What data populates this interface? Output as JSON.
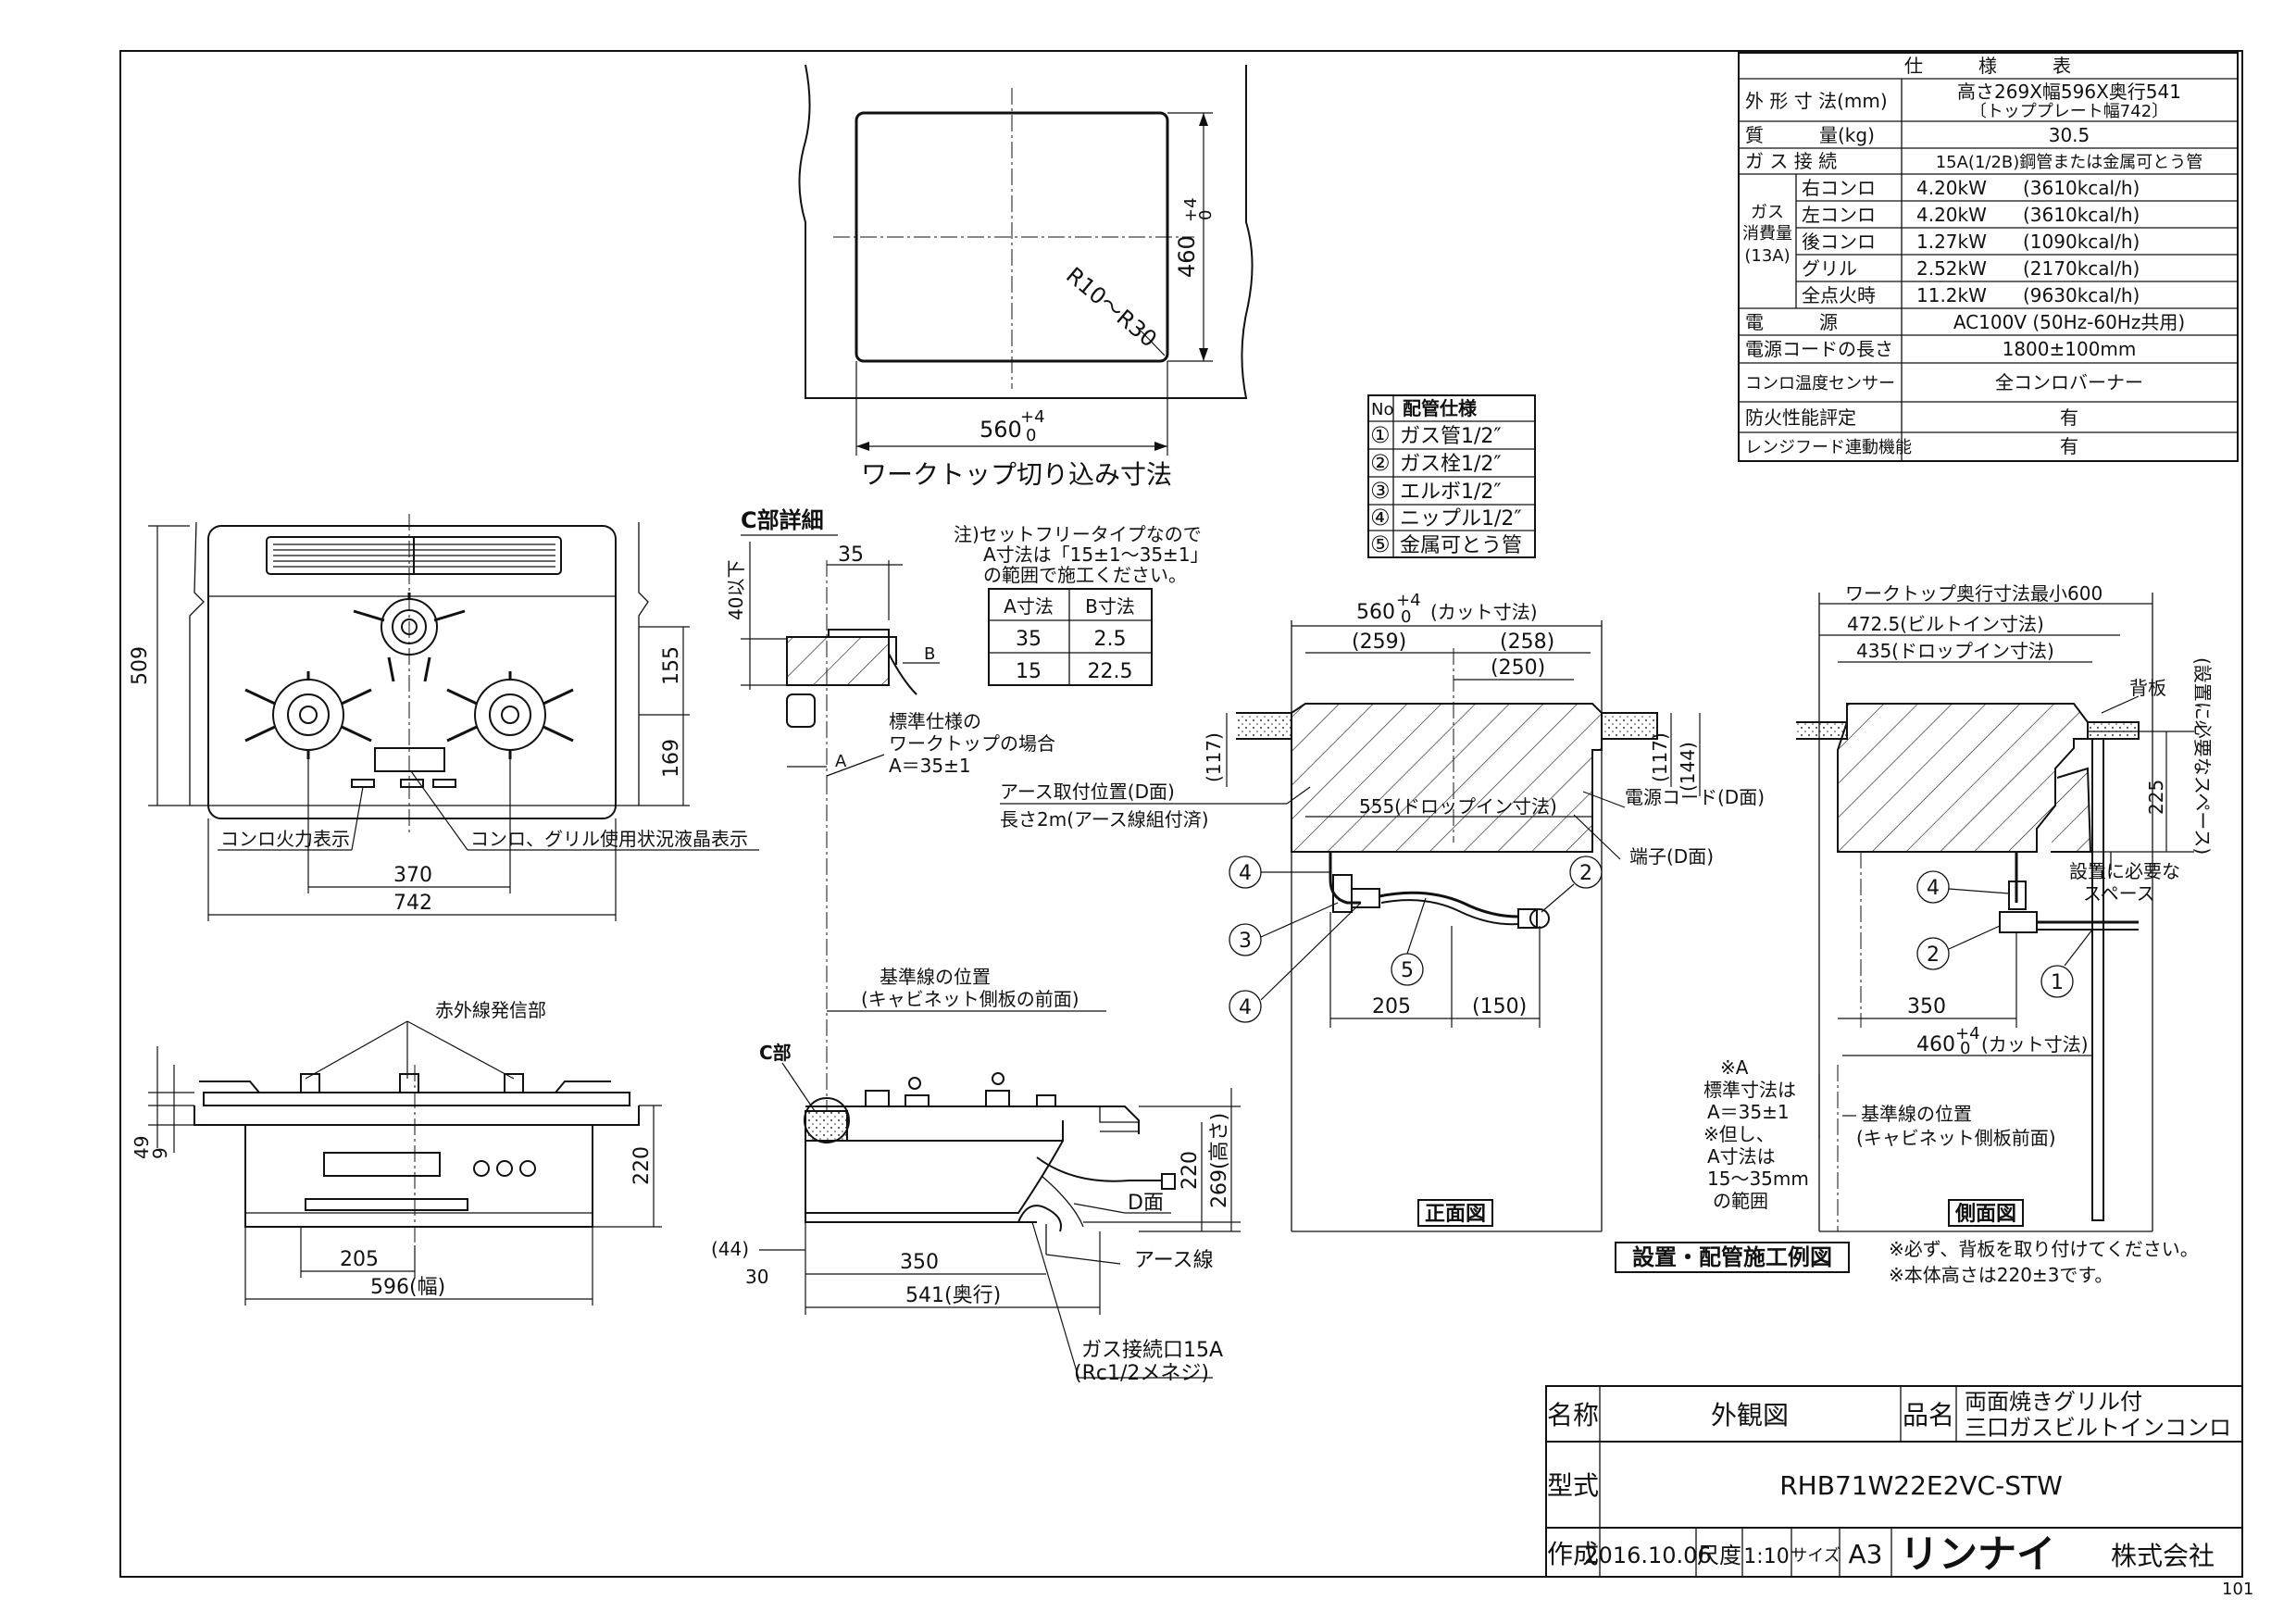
{
  "spec_table": {
    "title": "仕　　　様　　　表",
    "rows": [
      {
        "label": "外 形 寸 法(mm)",
        "value": "高さ269X幅596X奥行541",
        "value2": "〔トッププレート幅742〕"
      },
      {
        "label": "質　　　量(kg)",
        "value": "30.5"
      },
      {
        "label": "ガ ス 接 続",
        "value": "15A(1/2B)鋼管または金属可とう管"
      },
      {
        "label": "電　　　源",
        "value": "AC100V (50Hz-60Hz共用)"
      },
      {
        "label": "電源コードの長さ",
        "value": "1800±100mm"
      },
      {
        "label": "コンロ温度センサー",
        "value": "全コンロバーナー"
      },
      {
        "label": "防火性能評定",
        "value": "有"
      },
      {
        "label": "レンジフード連動機能",
        "value": "有"
      }
    ],
    "gas_group_label": [
      "ガス",
      "消費量",
      "(13A)"
    ],
    "gas_rows": [
      {
        "label": "右コンロ",
        "kw": "4.20kW",
        "kcal": "(3610kcal/h)"
      },
      {
        "label": "左コンロ",
        "kw": "4.20kW",
        "kcal": "(3610kcal/h)"
      },
      {
        "label": "後コンロ",
        "kw": "1.27kW",
        "kcal": "(1090kcal/h)"
      },
      {
        "label": "グリル",
        "kw": "2.52kW",
        "kcal": "(2170kcal/h)"
      },
      {
        "label": "全点火時",
        "kw": "11.2kW",
        "kcal": "(9630kcal/h)"
      }
    ]
  },
  "piping_table": {
    "no_header": "No",
    "spec_header": "配管仕様",
    "rows": [
      {
        "no": "①",
        "spec": "ガス管1/2″"
      },
      {
        "no": "②",
        "spec": "ガス栓1/2″"
      },
      {
        "no": "③",
        "spec": "エルボ1/2″"
      },
      {
        "no": "④",
        "spec": "ニップル1/2″"
      },
      {
        "no": "⑤",
        "spec": "金属可とう管"
      }
    ]
  },
  "a_table": {
    "note": [
      "注)セットフリータイプなので",
      "A寸法は「15±1～35±1」",
      "の範囲で施工ください。"
    ],
    "headers": [
      "A寸法",
      "B寸法"
    ],
    "rows": [
      [
        "35",
        "2.5"
      ],
      [
        "15",
        "22.5"
      ]
    ]
  },
  "cutout": {
    "title": "ワークトップ切り込み寸法",
    "width": "560",
    "width_tol_top": "+4",
    "width_tol_bot": "0",
    "depth": "460",
    "depth_tol_top": "+4",
    "depth_tol_bot": "0",
    "radius": "R10～R30"
  },
  "top_view": {
    "h_509": "509",
    "h_155": "155",
    "h_169": "169",
    "w_370": "370",
    "w_742": "742",
    "label_flame": "コンロ火力表示",
    "label_lcd": "コンロ、グリル使用状況液晶表示"
  },
  "c_detail": {
    "title": "C部詳細",
    "d35": "35",
    "d40": "40以下",
    "label_b": "B",
    "label_a": "A",
    "std_note": [
      "標準仕様の",
      "ワークトップの場合",
      "A＝35±1"
    ]
  },
  "front_view": {
    "ir_label": "赤外線発信部",
    "d49": "49",
    "d9": "9",
    "d220": "220",
    "d205": "205",
    "d596": "596(幅)"
  },
  "side_view": {
    "c_label": "C部",
    "baseline": [
      "基準線の位置",
      "(キャビネット側板の前面)"
    ],
    "d44": "(44)",
    "d30": "30",
    "d350": "350",
    "d541": "541(奥行)",
    "d220": "220",
    "d269": "269(高さ)",
    "d_face": "D面",
    "earth": "アース線",
    "gas_port": [
      "ガス接続口15A",
      "(Rc1/2メネジ)"
    ]
  },
  "install_front": {
    "cut": "(カット寸法)",
    "w560": "560",
    "d259": "(259)",
    "d258": "(258)",
    "d250": "(250)",
    "d117": "(117)",
    "d117r": "(117)",
    "d144": "(144)",
    "d555": "555(ドロップイン寸法)",
    "earth_pos": [
      "アース取付位置(D面)",
      "長さ2m(アース線組付済)"
    ],
    "power_cord": "電源コード(D面)",
    "terminal": "端子(D面)",
    "d205": "205",
    "d150": "(150)",
    "label": "正面図",
    "balloons": [
      "4",
      "3",
      "4",
      "5",
      "2"
    ]
  },
  "install_side": {
    "min600": "ワークトップ奥行寸法最小600",
    "d4725": "472.5(ビルトイン寸法)",
    "d435": "435(ドロップイン寸法)",
    "backboard": "背板",
    "space_v": "(設置に必要なスペース)",
    "d225": "225",
    "space": [
      "設置に必要な",
      "スペース"
    ],
    "d350": "350",
    "d460": "460",
    "cut": "(カット寸法)",
    "baseline": [
      "基準線の位置",
      "(キャビネット側板前面)"
    ],
    "note_a": [
      "※A",
      "標準寸法は",
      "A＝35±1",
      "※但し、",
      "A寸法は",
      "15～35mm",
      "の範囲"
    ],
    "label": "側面図",
    "balloons": [
      "4",
      "2",
      "1"
    ]
  },
  "install_title": "設置・配管施工例図",
  "footnotes": [
    "※必ず、背板を取り付けてください。",
    "※本体高さは220±3です。"
  ],
  "title_block": {
    "name_label": "名称",
    "name": "外観図",
    "product_label": "品名",
    "product": [
      "両面焼きグリル付",
      "三口ガスビルトインコンロ"
    ],
    "model_label": "型式",
    "model": "RHB71W22E2VC-STW",
    "date_label": "作成",
    "date": "2016.10.06",
    "scale_label": "尺度",
    "scale": "1:10",
    "size_label": "サイズ",
    "size": "A3",
    "company": "リンナイ",
    "company_suffix": "株式会社"
  },
  "page_no": "101"
}
